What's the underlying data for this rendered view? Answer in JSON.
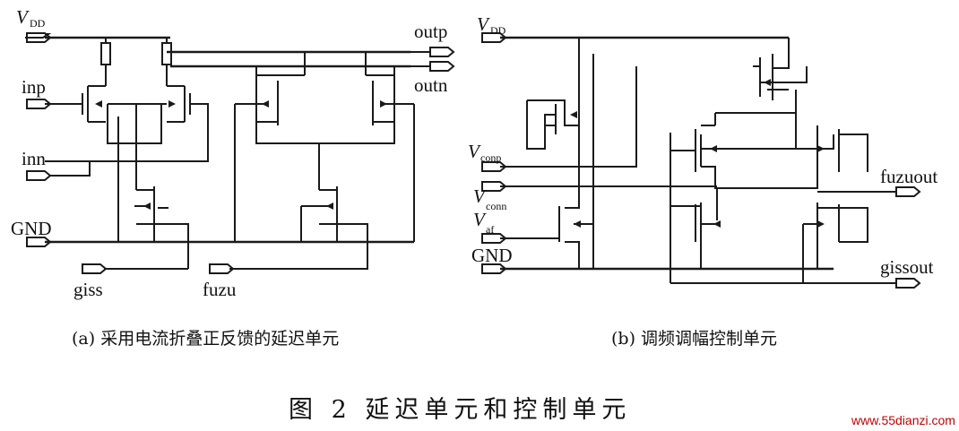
{
  "circuit_a": {
    "pins": {
      "vdd_main": "V",
      "vdd_sub": "DD",
      "outp": "outp",
      "outn": "outn",
      "inp": "inp",
      "inn": "inn",
      "gnd": "GND",
      "giss": "giss",
      "fuzu": "fuzu"
    },
    "caption": "(a) 采用电流折叠正反馈的延迟单元"
  },
  "circuit_b": {
    "pins": {
      "vdd_main": "V",
      "vdd_sub": "DD",
      "vconp_main": "V",
      "vconp_sub": "conp",
      "vconn_main": "V",
      "vconn_sub": "conn",
      "vaf_main": "V",
      "vaf_sub": "af",
      "gnd": "GND",
      "fuzuout": "fuzuout",
      "gissout": "gissout"
    },
    "caption": "(b) 调频调幅控制单元"
  },
  "figure_title": "图 2   延迟单元和控制单元",
  "watermark": "www.55dianzi.com"
}
